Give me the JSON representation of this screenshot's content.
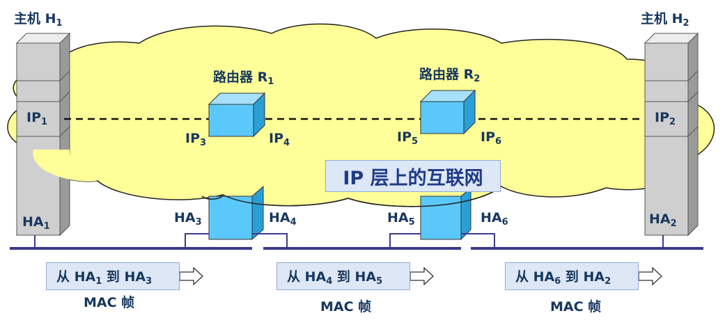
{
  "hosts": {
    "h1": {
      "name": "主机 H",
      "sub": "1",
      "ip": "IP",
      "ip_sub": "1",
      "ha": "HA",
      "ha_sub": "1"
    },
    "h2": {
      "name": "主机 H",
      "sub": "2",
      "ip": "IP",
      "ip_sub": "2",
      "ha": "HA",
      "ha_sub": "2"
    }
  },
  "routers": {
    "r1": {
      "name": "路由器 R",
      "sub": "1",
      "ip_left": "IP",
      "ip_left_sub": "3",
      "ip_right": "IP",
      "ip_right_sub": "4",
      "ha_left": "HA",
      "ha_left_sub": "3",
      "ha_right": "HA",
      "ha_right_sub": "4"
    },
    "r2": {
      "name": "路由器 R",
      "sub": "2",
      "ip_left": "IP",
      "ip_left_sub": "5",
      "ip_right": "IP",
      "ip_right_sub": "6",
      "ha_left": "HA",
      "ha_left_sub": "5",
      "ha_right": "HA",
      "ha_right_sub": "6"
    }
  },
  "cloud_label": "IP 层上的互联网",
  "frames": [
    {
      "from": "从 HA",
      "from_sub": "1",
      "to": " 到 HA",
      "to_sub": "3",
      "caption": "MAC 帧"
    },
    {
      "from": "从 HA",
      "from_sub": "4",
      "to": " 到 HA",
      "to_sub": "5",
      "caption": "MAC 帧"
    },
    {
      "from": "从 HA",
      "from_sub": "6",
      "to": " 到 HA",
      "to_sub": "2",
      "caption": "MAC 帧"
    }
  ],
  "colors": {
    "cloud_fill": "#ffff99",
    "cloud_stroke": "#222222",
    "router_front": "#5ac8fa",
    "router_top": "#a6e0fb",
    "router_side": "#2a9fd6",
    "host_front": "#cfcfcf",
    "host_top": "#ececec",
    "host_side": "#9a9a9a",
    "network_line": "#3a3a8c",
    "label_text": "#17375e",
    "frame_fill": "#dde7f5",
    "frame_border": "#8fa9d4"
  }
}
